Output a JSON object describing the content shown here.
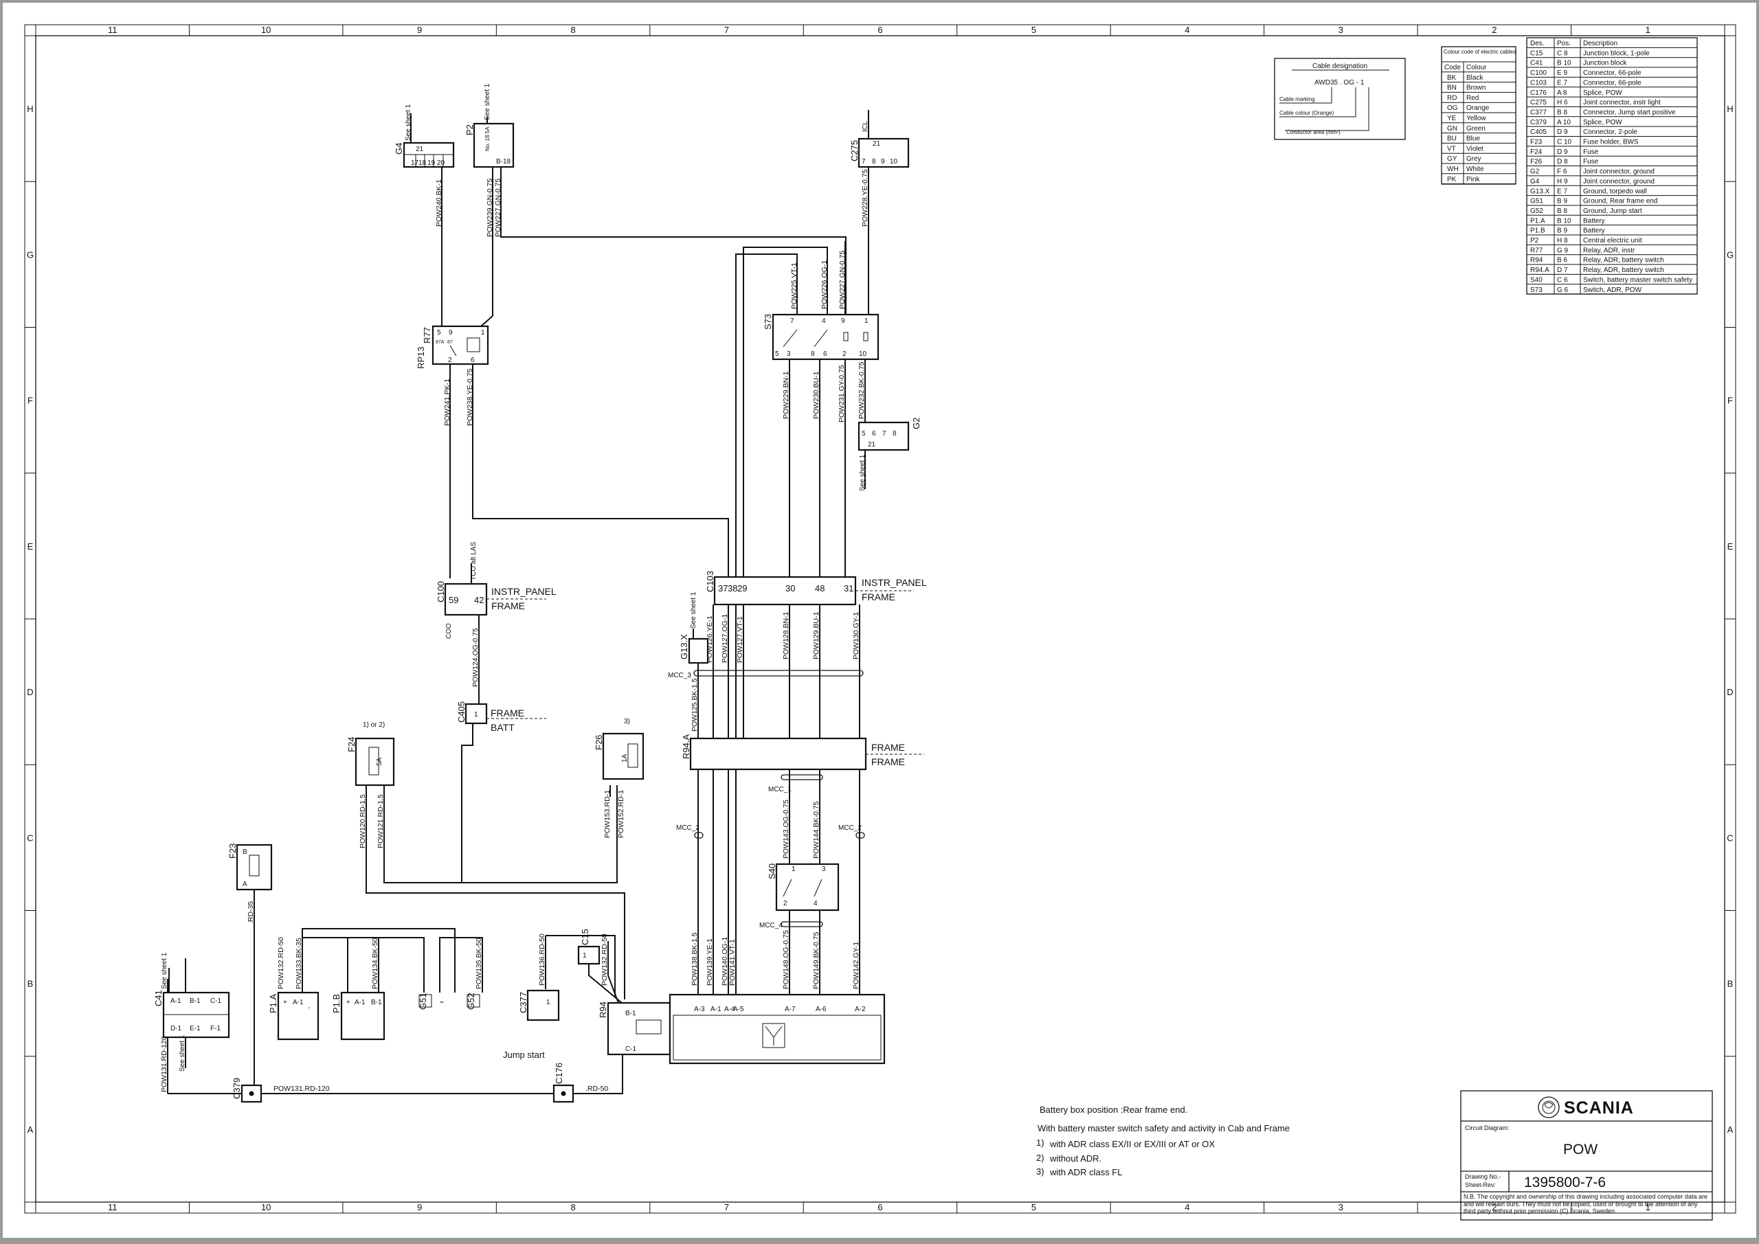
{
  "grid": {
    "cols": [
      "11",
      "10",
      "9",
      "8",
      "7",
      "6",
      "5",
      "4",
      "3",
      "2",
      "1"
    ],
    "rows": [
      "H",
      "G",
      "F",
      "E",
      "D",
      "C",
      "B",
      "A"
    ]
  },
  "cable_designation": {
    "title": "Cable designation",
    "example": "AWD35 . OG  -  1",
    "marking": "Cable marking",
    "colour": "Cable colour (Orange)",
    "area": "Conductor area (mm²)"
  },
  "colour_table": {
    "title": "Colour code of electric cables",
    "headers": [
      "Code",
      "Colour"
    ],
    "rows": [
      [
        "BK",
        "Black"
      ],
      [
        "BN",
        "Brown"
      ],
      [
        "RD",
        "Red"
      ],
      [
        "OG",
        "Orange"
      ],
      [
        "YE",
        "Yellow"
      ],
      [
        "GN",
        "Green"
      ],
      [
        "BU",
        "Blue"
      ],
      [
        "VT",
        "Violet"
      ],
      [
        "GY",
        "Grey"
      ],
      [
        "WH",
        "White"
      ],
      [
        "PK",
        "Pink"
      ]
    ]
  },
  "component_table": {
    "headers": [
      "Des.",
      "Pos.",
      "Description"
    ],
    "rows": [
      [
        "C15",
        "C 8",
        "Junction block, 1-pole"
      ],
      [
        "C41",
        "B 10",
        "Junction block"
      ],
      [
        "C100",
        "E 9",
        "Connector, 66-pole"
      ],
      [
        "C103",
        "E 7",
        "Connector, 66-pole"
      ],
      [
        "C176",
        "A 8",
        "Splice, POW"
      ],
      [
        "C275",
        "H 6",
        "Joint connector, instr light"
      ],
      [
        "C377",
        "B 8",
        "Connector, Jump start positive"
      ],
      [
        "C379",
        "A 10",
        "Splice, POW"
      ],
      [
        "C405",
        "D 9",
        "Connector, 2-pole"
      ],
      [
        "F23",
        "C 10",
        "Fuse holder, BWS"
      ],
      [
        "F24",
        "D 9",
        "Fuse"
      ],
      [
        "F26",
        "D 8",
        "Fuse"
      ],
      [
        "G2",
        "F 6",
        "Joint connector, ground"
      ],
      [
        "G4",
        "H 9",
        "Joint connector, ground"
      ],
      [
        "G13.X",
        "E 7",
        "Ground, torpedo wall"
      ],
      [
        "G51",
        "B 9",
        "Ground, Rear frame end"
      ],
      [
        "G52",
        "B 8",
        "Ground, Jump start"
      ],
      [
        "P1.A",
        "B 10",
        "Battery"
      ],
      [
        "P1.B",
        "B 9",
        "Battery"
      ],
      [
        "P2",
        "H 8",
        "Central electric unit"
      ],
      [
        "R77",
        "G 9",
        "Relay, ADR, instr"
      ],
      [
        "R94",
        "B 6",
        "Relay, ADR, battery switch"
      ],
      [
        "R94.A",
        "D 7",
        "Relay, ADR, battery switch"
      ],
      [
        "S40",
        "C 6",
        "Switch, battery master switch safety"
      ],
      [
        "S73",
        "G 6",
        "Switch, ADR, POW"
      ]
    ]
  },
  "components": {
    "G4": "G4",
    "P2": "P2",
    "C275": "C275",
    "R77": "R77",
    "RP13": "RP13",
    "S73": "S73",
    "G2": "G2",
    "C100": "C100",
    "C103": "C103",
    "G13X": "G13.X",
    "C405": "C405",
    "F24": "F24",
    "F26": "F26",
    "R94A": "R94.A",
    "F23": "F23",
    "S40": "S40",
    "C41": "C41",
    "P1A": "P1.A",
    "P1B": "P1.B",
    "G51": "G51",
    "G52": "G52",
    "C377": "C377",
    "C15": "C15",
    "R94": "R94",
    "C379": "C379",
    "C176": "C176"
  },
  "labels": {
    "see_sheet_1": "See sheet 1",
    "icl": "ICL",
    "instr_panel": "INSTR_PANEL",
    "frame": "FRAME",
    "batt": "BATT",
    "coo": "COO",
    "tco": "TCO alt LAS",
    "jump_start": "Jump start",
    "f24_note": "1) or 2)",
    "f26_note": "3)",
    "f24_val": "5A",
    "f26_val": "1A",
    "p2_val": "No. 18 5A",
    "mcc1": "MCC_1",
    "mcc2": "MCC_2",
    "mcc3": "MCC_3",
    "mcc4": "MCC_4"
  },
  "wires": {
    "pow240": "POW240.BK-1",
    "pow239": "POW239.GN-0.75",
    "pow227a": "POW227.GN-0.75",
    "pow228": "POW228.YE-0.75",
    "pow225": "POW225.VT-1",
    "pow226": "POW226.OG-1",
    "pow227b": "POW227.GN-0.75",
    "pow241": "POW241.PK-1",
    "pow238": "POW238.YE-0.75",
    "pow229": "POW229.BN-1",
    "pow230": "POW230.BU-1",
    "pow231": "POW231.GY-0.75",
    "pow232": "POW232.BK-0.75",
    "pow124": "POW124.OG-0.75",
    "pow126": "POW126.YE-1",
    "pow127a": "POW127.OG-1",
    "pow127b": "POW127.VT-1",
    "pow128": "POW128.BN-1",
    "pow129": "POW129.BU-1",
    "pow130": "POW130.GY-1",
    "pow125": "POW125.BK-1.5",
    "pow120": "POW120.RD-1.5",
    "pow121": "POW121.RD-1.5",
    "pow153": "POW153.RD-1",
    "pow152": "POW152.RD-1",
    "pow143": "POW143.OG-0.75",
    "pow144": "POW144.BK-0.75",
    "rd35": ".RD-35",
    "pow132a": "POW132.RD-50",
    "pow133": "POW133.BK-35",
    "pow134": "POW134.BK-50",
    "pow135": "POW135.BK-50",
    "pow136": "POW136.RD-50",
    "pow132b": "POW132.RD-50",
    "pow138": "POW138.BK-1.5",
    "pow139": "POW139.YE-1",
    "pow140": "POW140.OG-1",
    "pow141": "POW141.VT-1",
    "pow148": "POW148.OG-0.75",
    "pow149": "POW149.BK-0.75",
    "pow142": "POW142.GY-1",
    "pow131a": "POW131.RD-120",
    "pow131b": "POW131.RD-120",
    "rd50": ".RD-50"
  },
  "notes": {
    "n1": "Battery box position :Rear frame end.",
    "n2": "With battery master switch safety and activity in Cab and Frame",
    "n3": "with ADR class EX/II or EX/III or AT or OX",
    "n4": "without ADR.",
    "n5": "with ADR class FL",
    "k1": "1)",
    "k2": "2)",
    "k3": "3)"
  },
  "title_block": {
    "brand": "SCANIA",
    "circuit_label": "Circuit Diagram:",
    "circuit_name": "POW",
    "drawing_label": "Drawing No.-",
    "sheet_label": "Sheet-Rev:",
    "drawing_no": "1395800-7-6",
    "copyright": "N.B. The copyright and ownership of this drawing including associated computer data are and will remain ours. They must not be copied, used or brought to the attention of any third party without prior permission (C) Scania, Sweden"
  }
}
